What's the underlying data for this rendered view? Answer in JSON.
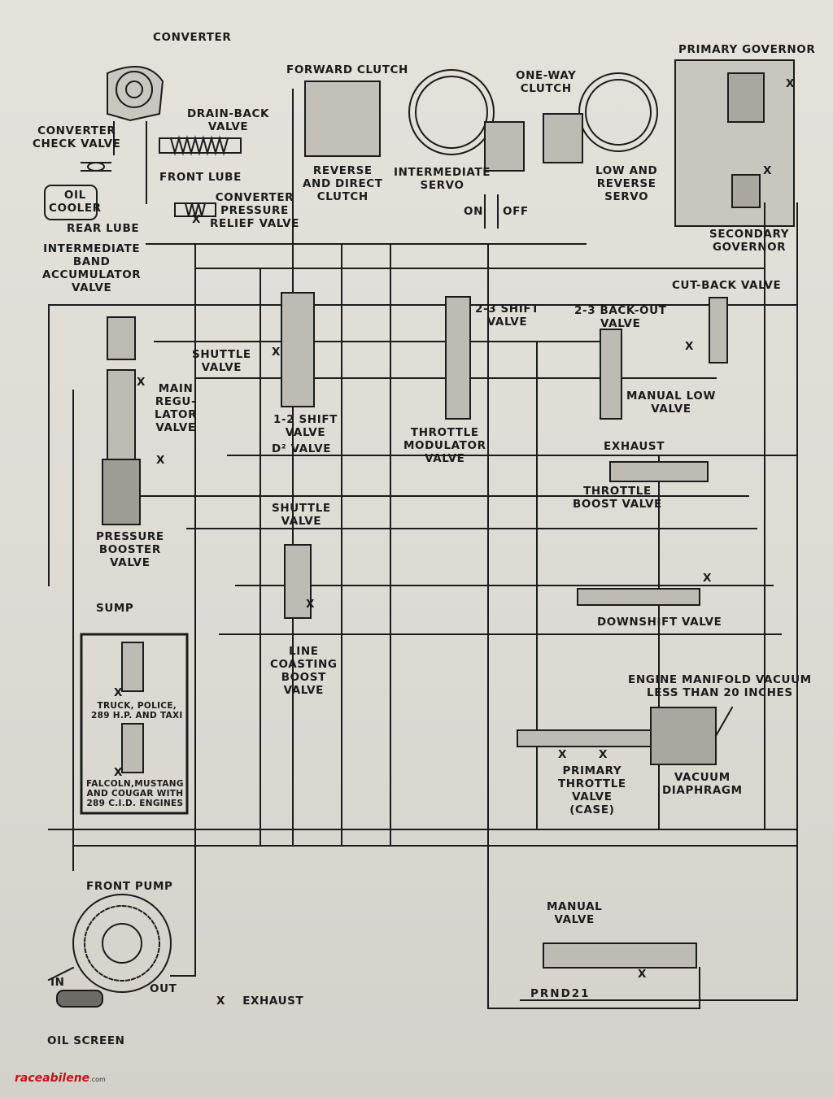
{
  "labels": {
    "converter": "CONVERTER",
    "converter_check_valve": "CONVERTER\nCHECK VALVE",
    "drain_back_valve": "DRAIN-BACK\nVALVE",
    "front_lube": "FRONT LUBE",
    "oil_cooler": "OIL\nCOOLER",
    "rear_lube": "REAR LUBE",
    "converter_pressure_relief_valve": "CONVERTER\nPRESSURE\nRELIEF VALVE",
    "forward_clutch": "FORWARD CLUTCH",
    "reverse_direct_clutch": "REVERSE\nAND DIRECT\nCLUTCH",
    "intermediate_servo": "INTERMEDIATE\nSERVO",
    "on": "ON",
    "off": "OFF",
    "one_way_clutch": "ONE-WAY\nCLUTCH",
    "low_reverse_servo": "LOW AND\nREVERSE\nSERVO",
    "primary_governor": "PRIMARY GOVERNOR",
    "secondary_governor": "SECONDARY\nGOVERNOR",
    "intermediate_band_accumulator_valve": "INTERMEDIATE\nBAND\nACCUMULATOR\nVALVE",
    "cut_back_valve": "CUT-BACK VALVE",
    "shift_23_valve": "2-3 SHIFT\nVALVE",
    "backout_23_valve": "2-3 BACK-OUT\nVALVE",
    "shuttle_valve_upper": "SHUTTLE\nVALVE",
    "main_regulator_valve": "MAIN\nREGU-\nLATOR\nVALVE",
    "shift_12_valve": "1-2 SHIFT\nVALVE",
    "d2_valve": "D² VALVE",
    "throttle_modulator_valve": "THROTTLE\nMODULATOR\nVALVE",
    "manual_low_valve": "MANUAL LOW\nVALVE",
    "exhaust_label": "EXHAUST",
    "throttle_boost_valve": "THROTTLE\nBOOST VALVE",
    "shuttle_valve_lower": "SHUTTLE\nVALVE",
    "pressure_booster_valve": "PRESSURE\nBOOSTER\nVALVE",
    "sump": "SUMP",
    "downshift_valve": "DOWNSHIFT VALVE",
    "line_coasting_boost_valve": "LINE\nCOASTING\nBOOST\nVALVE",
    "engine_manifold_vacuum": "ENGINE MANIFOLD VACUUM\nLESS THAN 20 INCHES",
    "primary_throttle_valve": "PRIMARY\nTHROTTLE\nVALVE\n(CASE)",
    "vacuum_diaphragm": "VACUUM\nDIAPHRAGM",
    "front_pump": "FRONT PUMP",
    "in": "IN",
    "out": "OUT",
    "exhaust_legend": "X    EXHAUST",
    "oil_screen": "OIL SCREEN",
    "manual_valve": "MANUAL\nVALVE",
    "prnd21": "PRND21",
    "x": "X",
    "inset_truck": "TRUCK, POLICE,\n289 H.P. AND TAXI",
    "inset_falcon": "FALCOLN,MUSTANG\nAND COUGAR WITH\n289 C.I.D. ENGINES"
  },
  "watermark": {
    "brand": "raceabilene",
    "domain": ".com",
    "brand_color": "#c0141a"
  },
  "colors": {
    "ink": "#1b1b1b",
    "paper": "#e2e0d9"
  }
}
